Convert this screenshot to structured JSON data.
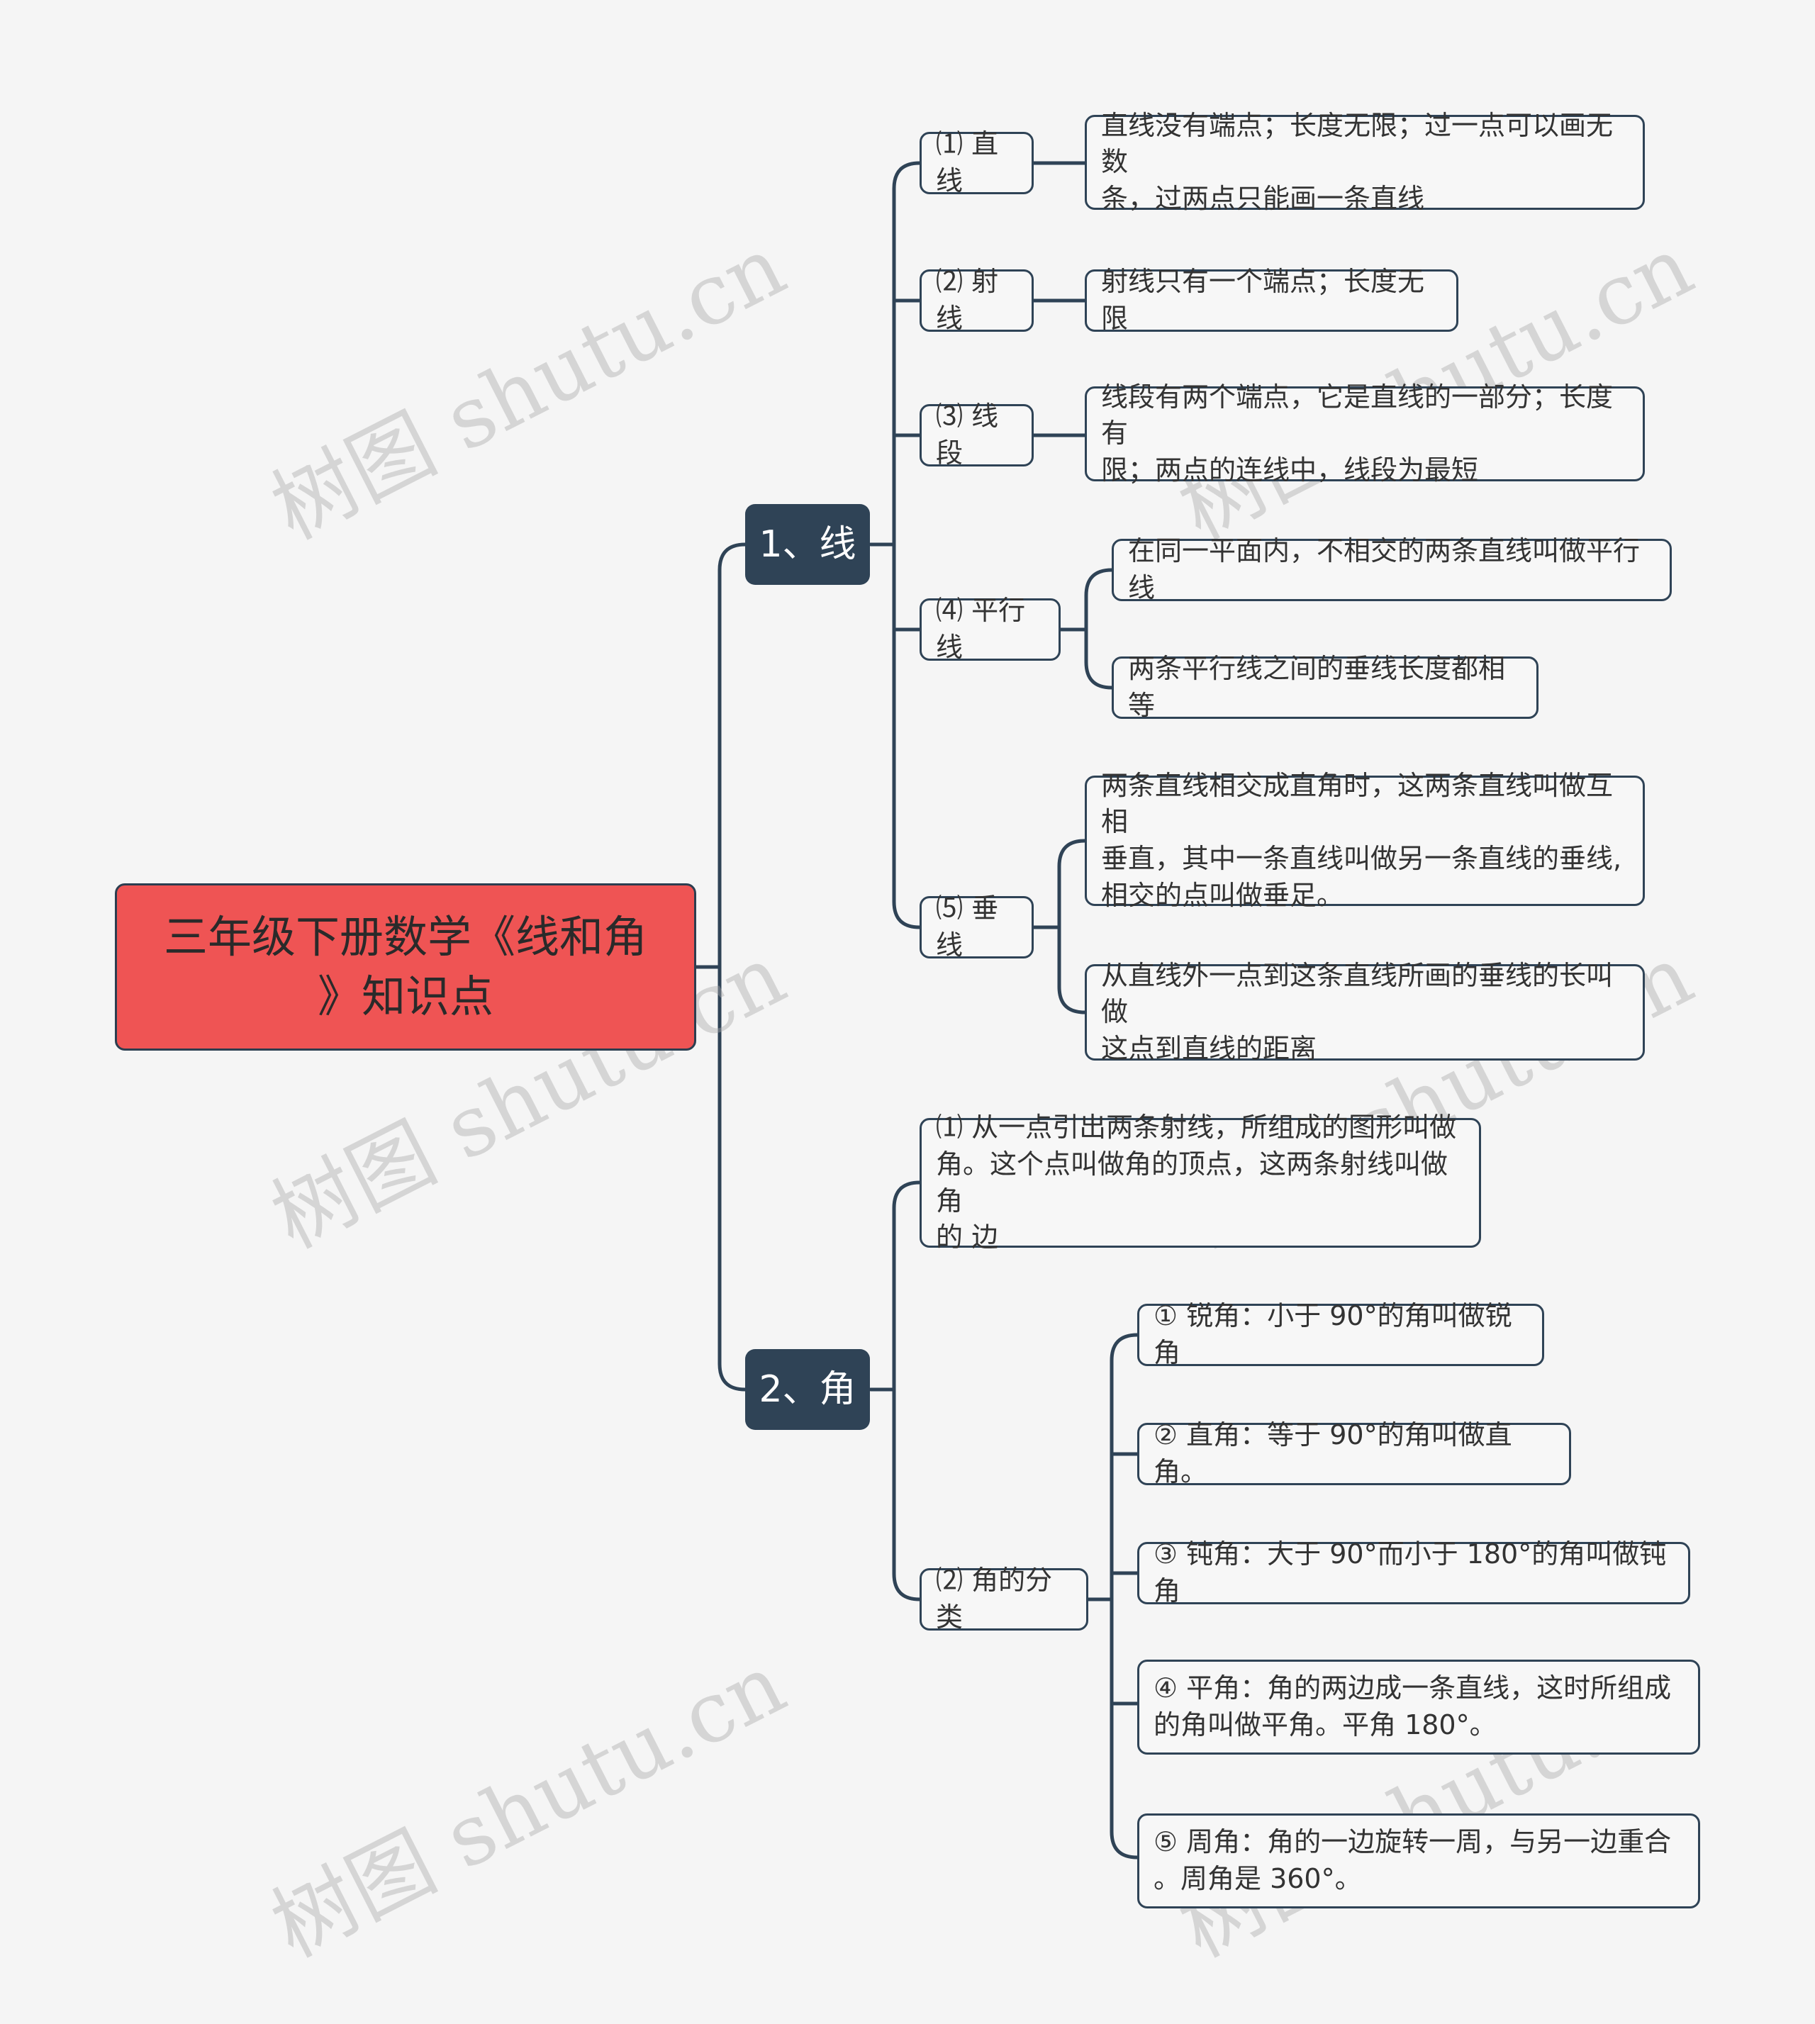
{
  "root": {
    "title": "三年级下册数学《线和角\n》知识点"
  },
  "branches": [
    {
      "label": "1、线",
      "children": [
        {
          "label": "⑴ 直线",
          "details": [
            "直线没有端点；长度无限；过一点可以画无数\n条，过两点只能画一条直线"
          ]
        },
        {
          "label": "⑵ 射线",
          "details": [
            "射线只有一个端点；长度无限"
          ]
        },
        {
          "label": "⑶ 线段",
          "details": [
            "线段有两个端点，它是直线的一部分；长度有\n限；两点的连线中，线段为最短"
          ]
        },
        {
          "label": "⑷ 平行线",
          "details": [
            "在同一平面内，不相交的两条直线叫做平行线",
            "两条平行线之间的垂线长度都相等"
          ]
        },
        {
          "label": "⑸ 垂线",
          "details": [
            "两条直线相交成直角时，这两条直线叫做互相\n垂直，其中一条直线叫做另一条直线的垂线,\n相交的点叫做垂足。",
            "从直线外一点到这条直线所画的垂线的长叫做\n这点到直线的距离"
          ]
        }
      ]
    },
    {
      "label": "2、角",
      "children": [
        {
          "label": "⑴ 从一点引出两条射线，所组成的图形叫做\n角。这个点叫做角的顶点，这两条射线叫做角\n的 边",
          "details": []
        },
        {
          "label": "⑵ 角的分类",
          "details": [
            "① 锐角：小于 90°的角叫做锐角",
            "② 直角：等于 90°的角叫做直角。",
            "③ 钝角：大于 90°而小于 180°的角叫做钝角",
            "④ 平角：角的两边成一条直线，这时所组成\n的角叫做平角。平角 180°。",
            "⑤ 周角：角的一边旋转一周，与另一边重合\n。周角是 360°。"
          ]
        }
      ]
    }
  ],
  "watermark": "树图 shutu.cn",
  "colors": {
    "root_fill": "#ef5454",
    "branch_fill": "#2f4356",
    "line": "#2f4356",
    "background": "#f5f5f5"
  }
}
